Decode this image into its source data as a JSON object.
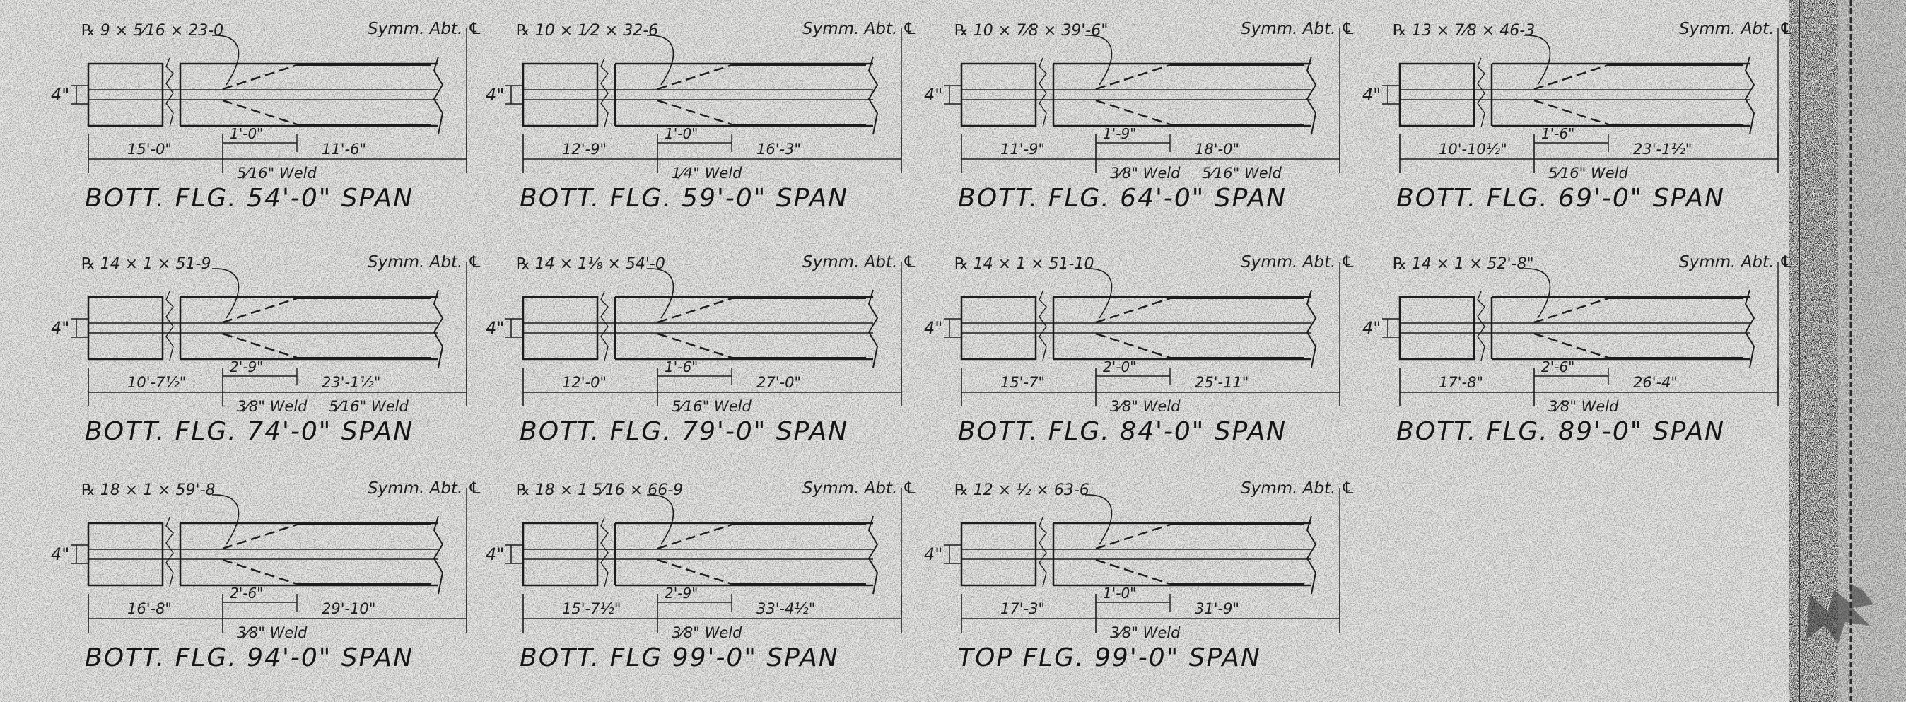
{
  "sheet": {
    "label_symm": "Symm. Abt. ℄",
    "label_depth": "4\"",
    "details": [
      {
        "plate": "℞ 9 × 5⁄16 × 23-0",
        "dim_left": "15'-0\"",
        "dim_taper": "1'-0\"",
        "dim_right": "11'-6\"",
        "weld": "5⁄16\" Weld",
        "weld_b": "",
        "caption": "BOTT. FLG. 54'-0\" SPAN"
      },
      {
        "plate": "℞ 10 × 1⁄2 × 32-6",
        "dim_left": "12'-9\"",
        "dim_taper": "1'-0\"",
        "dim_right": "16'-3\"",
        "weld": "1⁄4\" Weld",
        "weld_b": "",
        "caption": "BOTT. FLG. 59'-0\" SPAN"
      },
      {
        "plate": "℞ 10 × 7⁄8 × 39'-6\"",
        "dim_left": "11'-9\"",
        "dim_taper": "1'-9\"",
        "dim_right": "18'-0\"",
        "weld": "3⁄8\" Weld",
        "weld_b": "5⁄16\" Weld",
        "caption": "BOTT. FLG. 64'-0\" SPAN"
      },
      {
        "plate": "℞ 13 × 7⁄8 × 46-3",
        "dim_left": "10'-10½\"",
        "dim_taper": "1'-6\"",
        "dim_right": "23'-1½\"",
        "weld": "5⁄16\" Weld",
        "weld_b": "",
        "caption": "BOTT. FLG. 69'-0\" SPAN"
      },
      {
        "plate": "℞ 14 × 1 × 51-9",
        "dim_left": "10'-7½\"",
        "dim_taper": "2'-9\"",
        "dim_right": "23'-1½\"",
        "weld": "3⁄8\" Weld",
        "weld_b": "5⁄16\" Weld",
        "caption": "BOTT. FLG. 74'-0\" SPAN"
      },
      {
        "plate": "℞ 14 × 1⅛ × 54'-0",
        "dim_left": "12'-0\"",
        "dim_taper": "1'-6\"",
        "dim_right": "27'-0\"",
        "weld": "5⁄16\" Weld",
        "weld_b": "",
        "caption": "BOTT. FLG. 79'-0\" SPAN"
      },
      {
        "plate": "℞ 14 × 1 × 51-10",
        "dim_left": "15'-7\"",
        "dim_taper": "2'-0\"",
        "dim_right": "25'-11\"",
        "weld": "3⁄8\" Weld",
        "weld_b": "",
        "caption": "BOTT. FLG. 84'-0\" SPAN"
      },
      {
        "plate": "℞ 14 × 1 × 52'-8\"",
        "dim_left": "17'-8\"",
        "dim_taper": "2'-6\"",
        "dim_right": "26'-4\"",
        "weld": "3⁄8\" Weld",
        "weld_b": "",
        "caption": "BOTT. FLG. 89'-0\" SPAN"
      },
      {
        "plate": "℞ 18 × 1 × 59'-8",
        "dim_left": "16'-8\"",
        "dim_taper": "2'-6\"",
        "dim_right": "29'-10\"",
        "weld": "3⁄8\" Weld",
        "weld_b": "",
        "caption": "BOTT. FLG. 94'-0\" SPAN"
      },
      {
        "plate": "℞ 18 × 1 5⁄16 × 66-9",
        "dim_left": "15'-7½\"",
        "dim_taper": "2'-9\"",
        "dim_right": "33'-4½\"",
        "weld": "3⁄8\" Weld",
        "weld_b": "",
        "caption": "BOTT. FLG 99'-0\" SPAN"
      },
      {
        "plate": "℞ 12 × ½ × 63-6",
        "dim_left": "17'-3\"",
        "dim_taper": "1'-0\"",
        "dim_right": "31'-9\"",
        "weld": "3⁄8\" Weld",
        "weld_b": "",
        "caption": "TOP FLG. 99'-0\" SPAN"
      }
    ]
  }
}
